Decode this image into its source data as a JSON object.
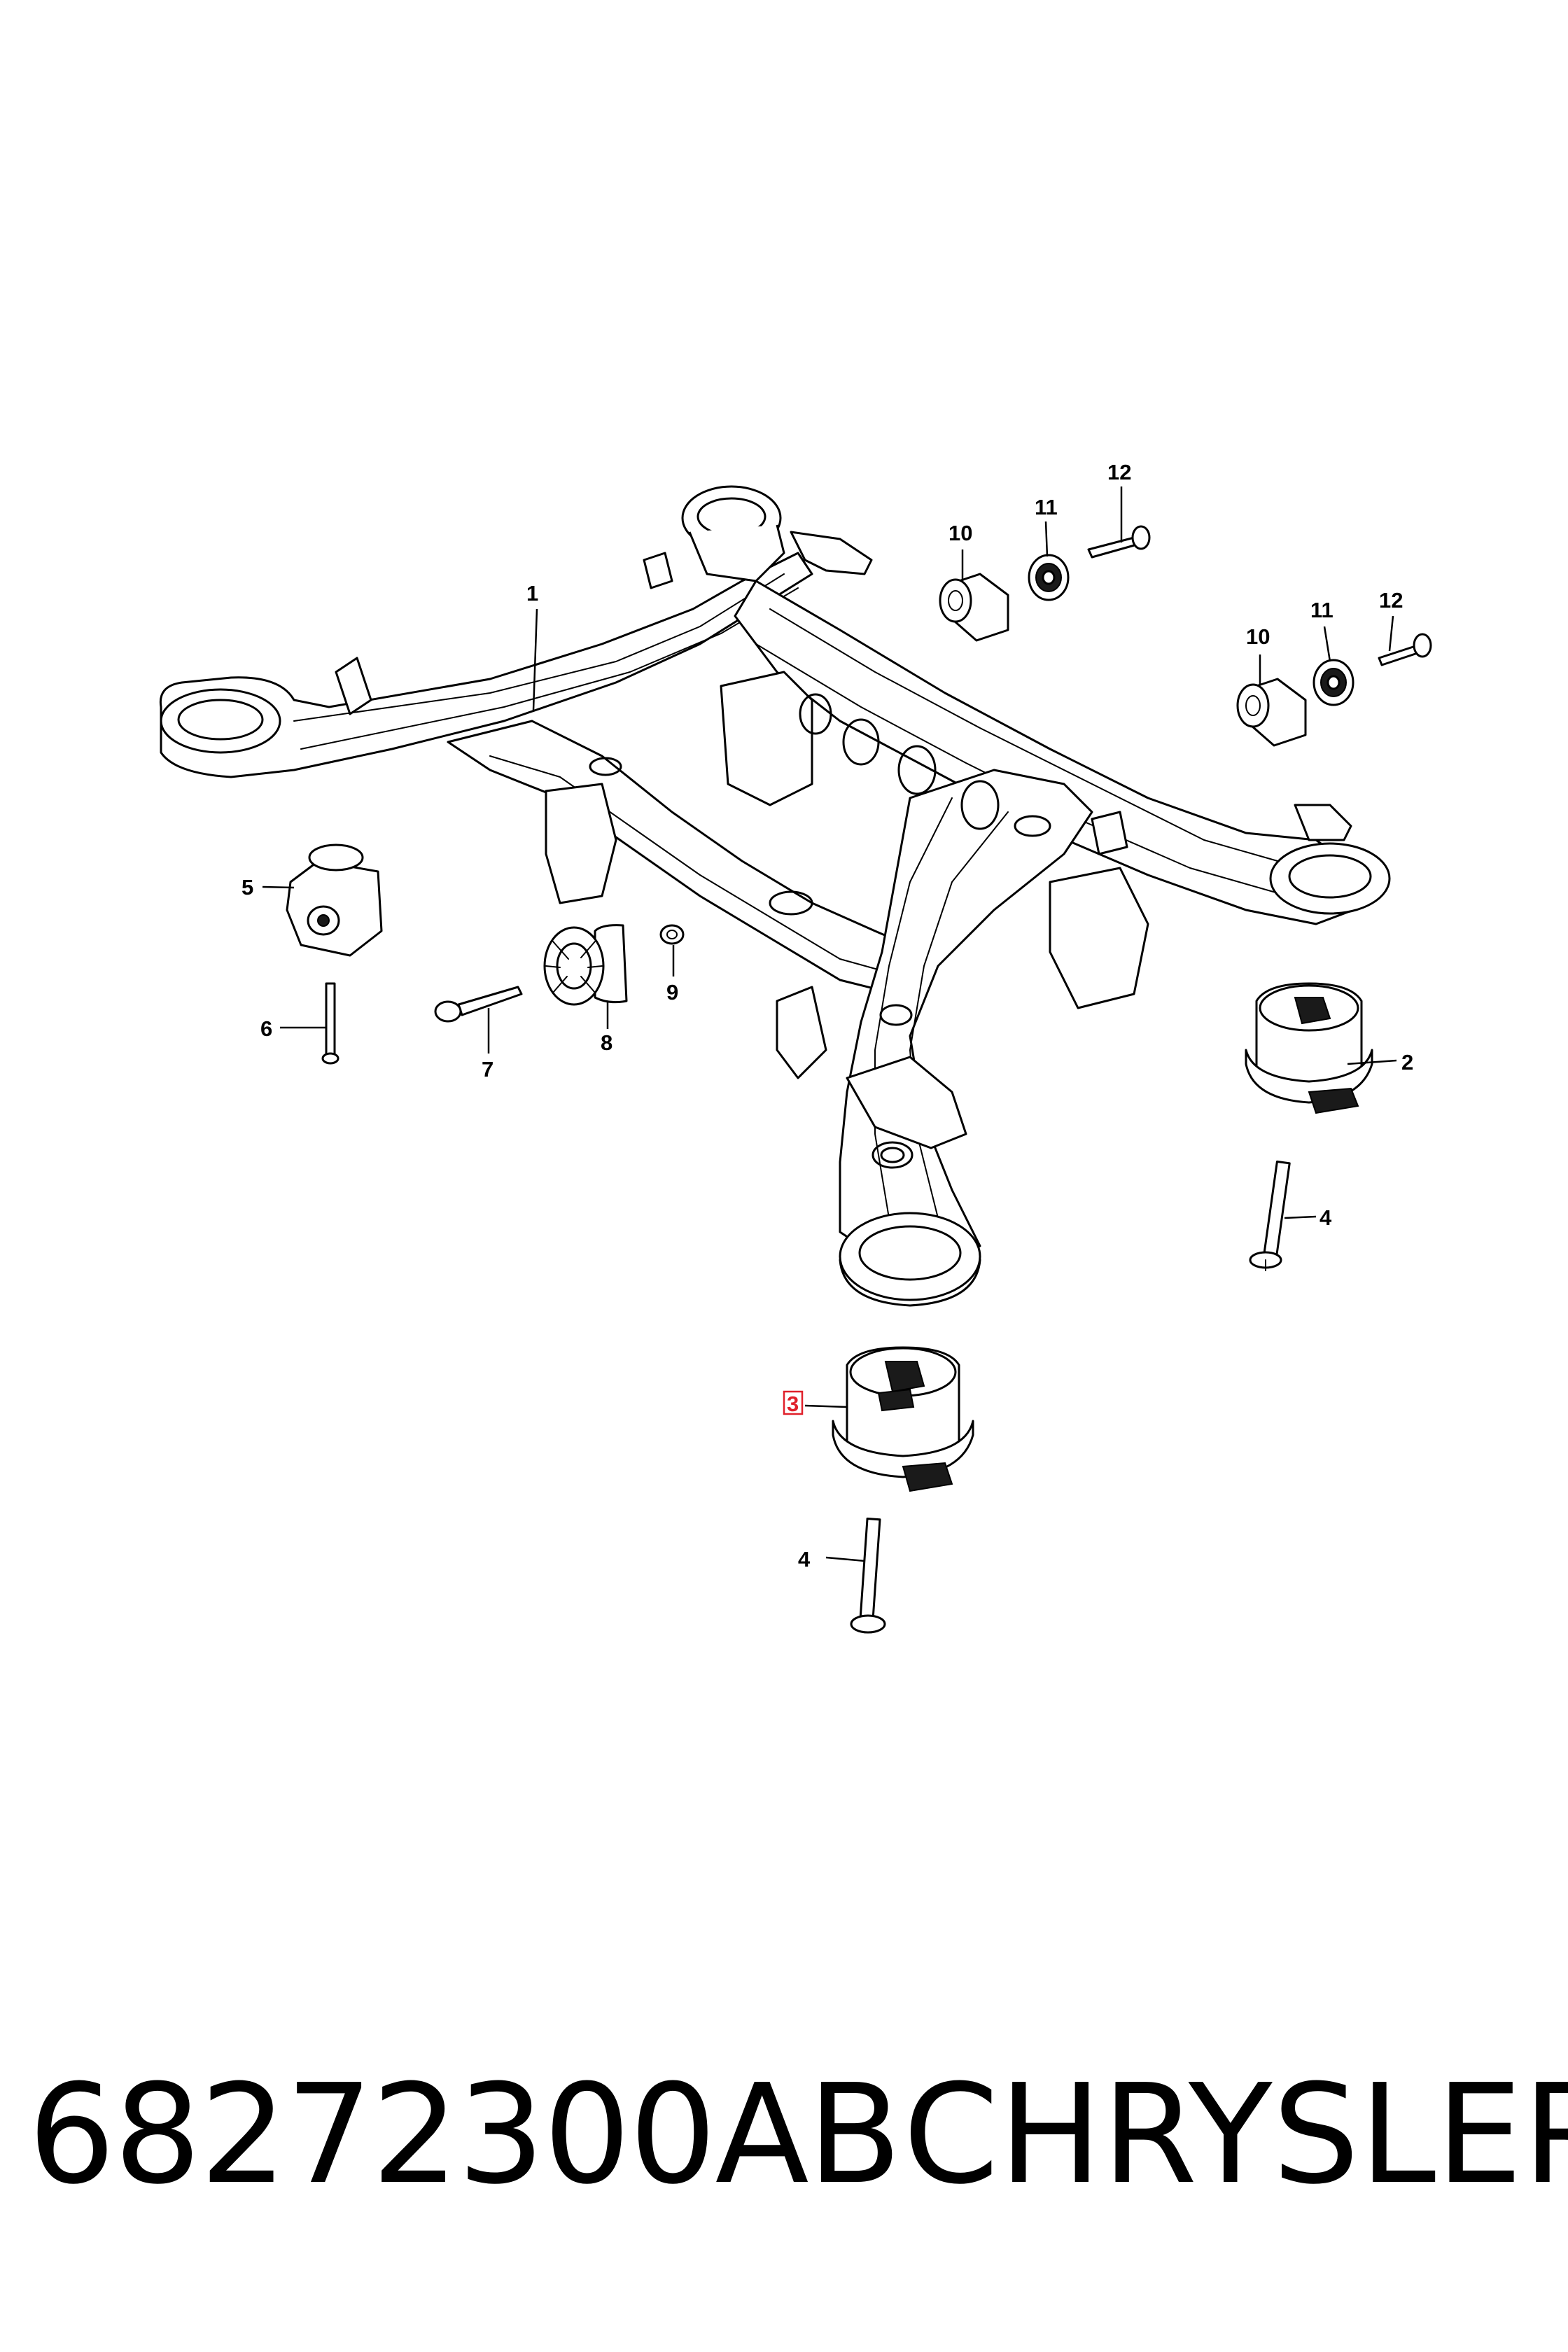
{
  "callouts": {
    "c1": "1",
    "c2": "2",
    "c3": "3",
    "c4a": "4",
    "c4b": "4",
    "c5": "5",
    "c6": "6",
    "c7": "7",
    "c8": "8",
    "c9": "9",
    "c10a": "10",
    "c10b": "10",
    "c11a": "11",
    "c11b": "11",
    "c12a": "12",
    "c12b": "12"
  },
  "footer": {
    "part_number": "68272300AB",
    "brand": "CHRYSLER"
  },
  "colors": {
    "highlight": "#e0202a",
    "line": "#000000",
    "background": "#ffffff"
  }
}
